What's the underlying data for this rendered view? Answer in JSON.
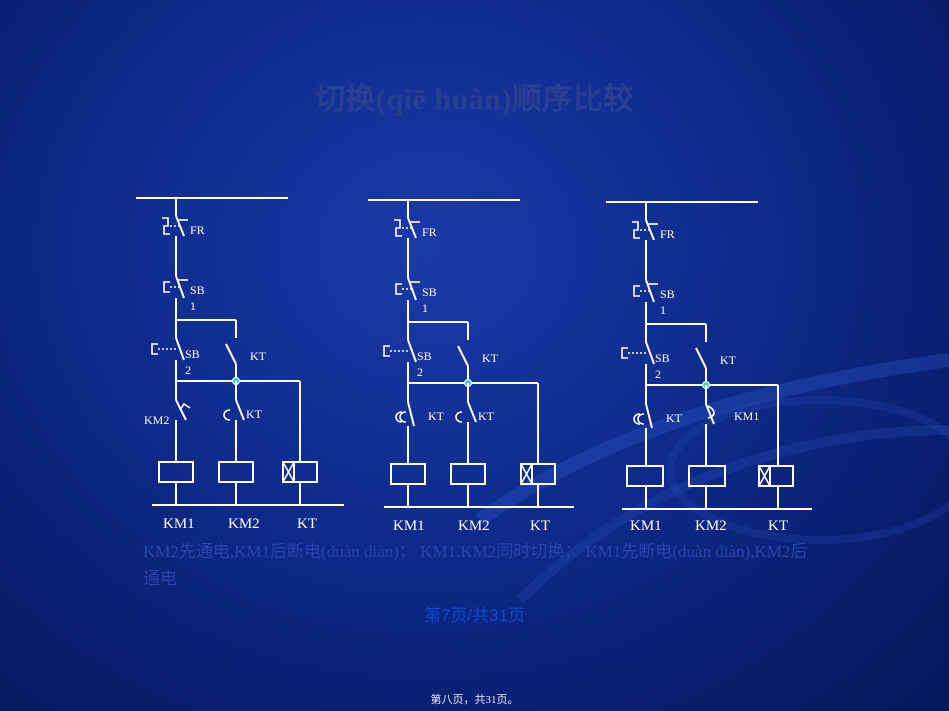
{
  "title": "切换(qiē huàn)顺序比较",
  "circuits": [
    {
      "labels": {
        "fr": "FR",
        "sb1": "SB",
        "sb1n": "1",
        "sb2": "SB",
        "sb2n": "2",
        "kt_top": "KT",
        "left_contact": "KM2",
        "right_contact": "KT"
      },
      "coils": [
        "KM1",
        "KM2",
        "KT"
      ]
    },
    {
      "labels": {
        "fr": "FR",
        "sb1": "SB",
        "sb1n": "1",
        "sb2": "SB",
        "sb2n": "2",
        "kt_top": "KT",
        "left_contact": "KT",
        "right_contact": "KT"
      },
      "coils": [
        "KM1",
        "KM2",
        "KT"
      ]
    },
    {
      "labels": {
        "fr": "FR",
        "sb1": "SB",
        "sb1n": "1",
        "sb2": "SB",
        "sb2n": "2",
        "kt_top": "KT",
        "left_contact": "KT",
        "right_contact": "KM1"
      },
      "coils": [
        "KM1",
        "KM2",
        "KT"
      ]
    }
  ],
  "captions": {
    "c1": "KM2先通电,KM1后断电(duàn diàn)；",
    "c2": "KM1,KM2同时切换；",
    "c3": "KM1先断电(duàn diàn),KM2后通电"
  },
  "pager": "第7页/共31页",
  "footer": "第八页，共31页。",
  "colors": {
    "background": "#0e2a8a",
    "title": "#2b3f92",
    "caption": "#2a44b0",
    "pager": "#0a4bd6",
    "node": "#3fd0d0"
  }
}
